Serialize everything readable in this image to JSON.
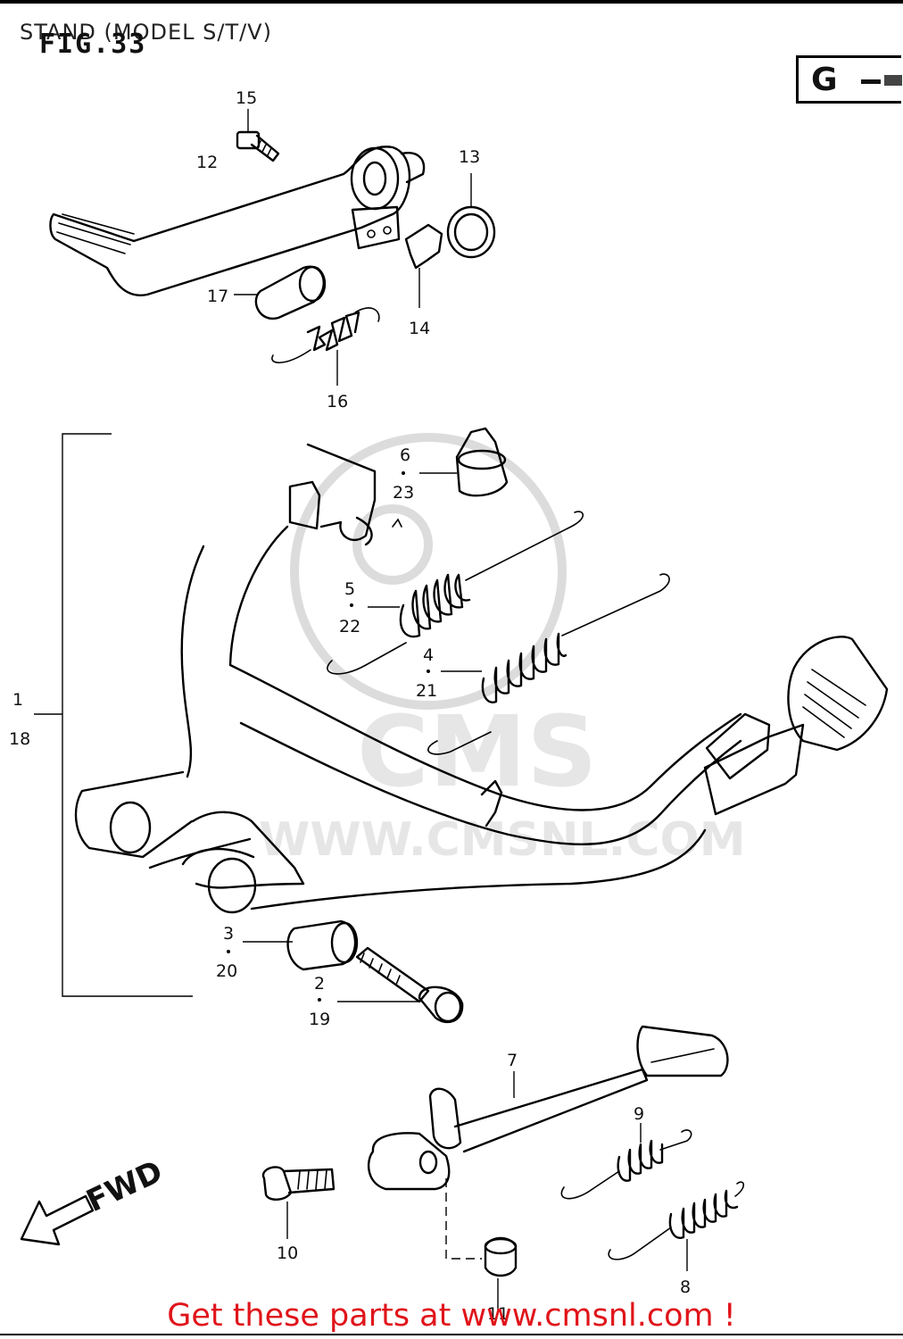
{
  "caption": "STAND (MODEL S/T/V)",
  "figure_label": "FIG.33",
  "group_box": {
    "letter": "G"
  },
  "watermark": {
    "logo": "CMS",
    "url": "WWW.CMSNL.COM"
  },
  "callouts": {
    "c1": "1",
    "c2": "2",
    "c3": "3",
    "c4": "4",
    "c5": "5",
    "c6": "6",
    "c7": "7",
    "c8": "8",
    "c9": "9",
    "c10": "10",
    "c11": "11",
    "c12": "12",
    "c13": "13",
    "c14": "14",
    "c15": "15",
    "c16": "16",
    "c17": "17",
    "c18": "18",
    "c19": "19",
    "c20": "20",
    "c21": "21",
    "c22": "22",
    "c23": "23"
  },
  "direction_label": "FWD",
  "footer": "Get these parts at www.cmsnl.com !"
}
